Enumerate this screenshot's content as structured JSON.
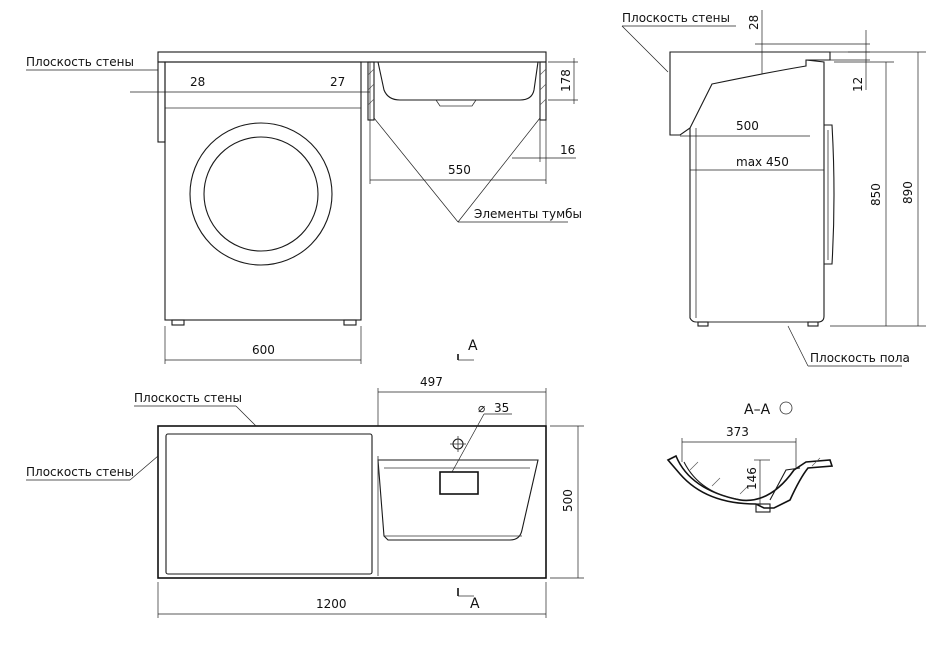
{
  "labels": {
    "wall_plane": "Плоскость стены",
    "cabinet_elements": "Элементы тумбы",
    "floor_plane": "Плоскость пола",
    "section": "A–A",
    "section_letter": "A"
  },
  "dims": {
    "d28_left": "28",
    "d27": "27",
    "d178": "178",
    "d16": "16",
    "d550": "550",
    "d600": "600",
    "d28_top": "28",
    "d12": "12",
    "d500_side": "500",
    "max450": "max 450",
    "d850": "850",
    "d890": "890",
    "d497": "497",
    "d35": "35",
    "d500_plan": "500",
    "d1200": "1200",
    "d373": "373",
    "d146": "146"
  }
}
